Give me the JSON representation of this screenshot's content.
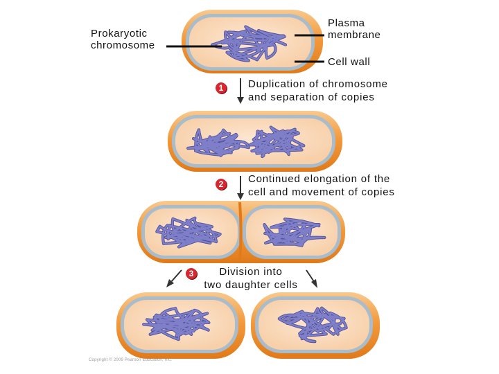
{
  "labels": {
    "prokaryotic_chromosome": [
      "Prokaryotic",
      "chromosome"
    ],
    "plasma_membrane": [
      "Plasma",
      "membrane"
    ],
    "cell_wall": "Cell wall"
  },
  "steps": [
    {
      "number": "1",
      "text": [
        "Duplication of chromosome",
        "and separation of copies"
      ]
    },
    {
      "number": "2",
      "text": [
        "Continued elongation of the",
        "cell and movement of copies"
      ]
    },
    {
      "number": "3",
      "text": [
        "Division into",
        "two daughter cells"
      ]
    }
  ],
  "copyright": "Copyright © 2009 Pearson Education, Inc.",
  "colors": {
    "cell_wall": "#f39a3c",
    "cytoplasm": "#fbdcc0",
    "membrane": "#9fb6c8",
    "chromosome": "#7e7fc8",
    "badge": "#d8262e"
  }
}
